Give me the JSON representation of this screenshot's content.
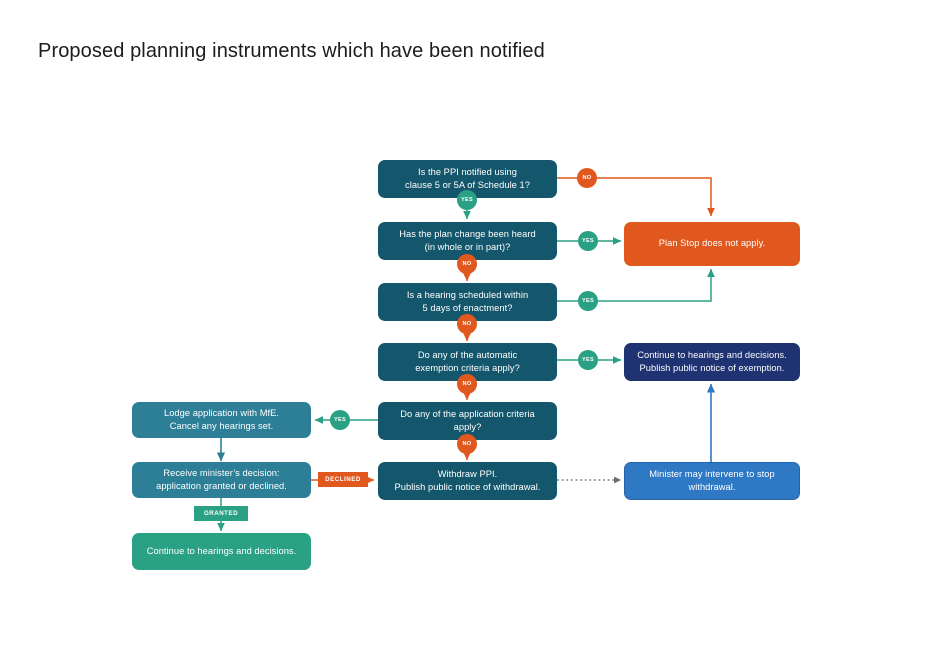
{
  "page": {
    "title": "Proposed planning instruments which have been notified"
  },
  "colors": {
    "dark_teal": "#14566b",
    "teal": "#2c7f97",
    "orange": "#e1581f",
    "navy": "#1f3271",
    "blue": "#2f79c4",
    "green": "#2aa084",
    "background": "#ffffff"
  },
  "flowchart": {
    "nodes": [
      {
        "id": "ppi-notified",
        "line1": "Is the PPI notified using",
        "line2": "clause 5 or 5A of Schedule 1?",
        "style": "dark-teal",
        "shape": "decision"
      },
      {
        "id": "plan-change-heard",
        "line1": "Has the plan change been heard",
        "line2": "(in whole or in part)?",
        "style": "dark-teal",
        "shape": "decision"
      },
      {
        "id": "hearing-scheduled",
        "line1": "Is a hearing scheduled within",
        "line2": "5 days of enactment?",
        "style": "dark-teal",
        "shape": "decision"
      },
      {
        "id": "automatic-exemption",
        "line1": "Do any of the automatic",
        "line2": "exemption criteria apply?",
        "style": "dark-teal",
        "shape": "decision"
      },
      {
        "id": "application-criteria",
        "line1": "Do any of the application criteria",
        "line2": "apply?",
        "style": "dark-teal",
        "shape": "decision"
      },
      {
        "id": "withdraw-ppi",
        "line1": "Withdraw PPI.",
        "line2": "Publish public notice of withdrawal.",
        "style": "dark-teal",
        "shape": "process"
      },
      {
        "id": "plan-stop-not-apply",
        "line1": "Plan Stop does not apply.",
        "line2": "",
        "style": "orange",
        "shape": "terminator"
      },
      {
        "id": "continue-hearings-exemption",
        "line1": "Continue to hearings and decisions.",
        "line2": "Publish public notice of exemption.",
        "style": "navy",
        "shape": "terminator"
      },
      {
        "id": "minister-intervene",
        "line1": "Minister may intervene to stop",
        "line2": "withdrawal.",
        "style": "blue-dotted",
        "shape": "process"
      },
      {
        "id": "lodge-application",
        "line1": "Lodge application with MfE.",
        "line2": "Cancel any hearings set.",
        "style": "teal",
        "shape": "process"
      },
      {
        "id": "receive-decision",
        "line1": "Receive minister’s decision:",
        "line2": "application granted or declined.",
        "style": "teal",
        "shape": "process"
      },
      {
        "id": "continue-hearings-granted",
        "line1": "Continue to hearings and decisions.",
        "line2": "",
        "style": "green",
        "shape": "terminator"
      }
    ],
    "edge_labels": [
      {
        "id": "no-1",
        "text": "NO",
        "kind": "circle-no"
      },
      {
        "id": "yes-1",
        "text": "YES",
        "kind": "circle-yes"
      },
      {
        "id": "yes-2",
        "text": "YES",
        "kind": "circle-yes"
      },
      {
        "id": "no-2",
        "text": "NO",
        "kind": "circle-no"
      },
      {
        "id": "yes-3",
        "text": "YES",
        "kind": "circle-yes"
      },
      {
        "id": "no-3",
        "text": "NO",
        "kind": "circle-no"
      },
      {
        "id": "yes-4",
        "text": "YES",
        "kind": "circle-yes"
      },
      {
        "id": "no-4",
        "text": "NO",
        "kind": "circle-no"
      },
      {
        "id": "yes-5",
        "text": "YES",
        "kind": "circle-yes"
      },
      {
        "id": "no-5",
        "text": "NO",
        "kind": "circle-no"
      },
      {
        "id": "declined",
        "text": "DECLINED",
        "kind": "rect-orange"
      },
      {
        "id": "granted",
        "text": "GRANTED",
        "kind": "rect-green"
      }
    ]
  }
}
